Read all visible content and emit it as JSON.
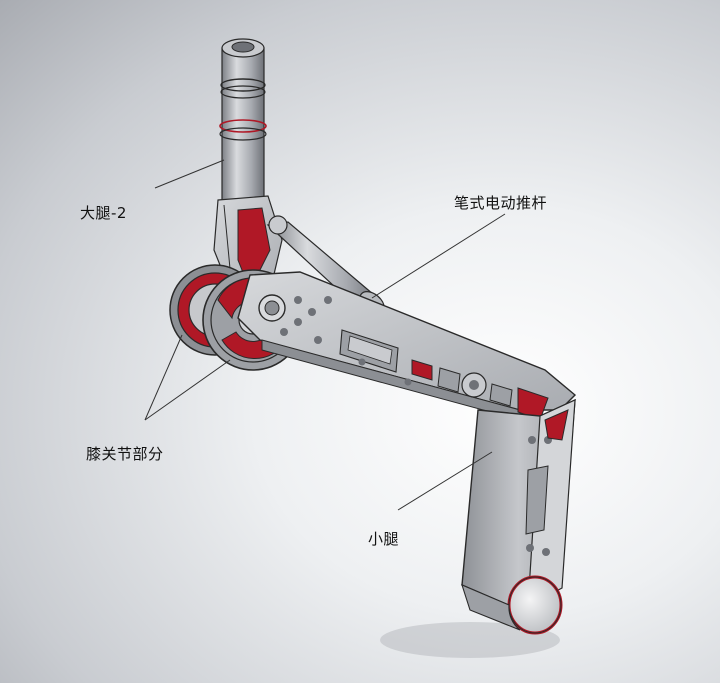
{
  "labels": {
    "thigh": "大腿-2",
    "actuator": "笔式电动推杆",
    "knee": "膝关节部分",
    "shank": "小腿"
  },
  "colors": {
    "metal": "#c7c9cc",
    "metal_dark": "#8c8f94",
    "accent_red": "#b01826",
    "edge": "#2a2a2a"
  }
}
